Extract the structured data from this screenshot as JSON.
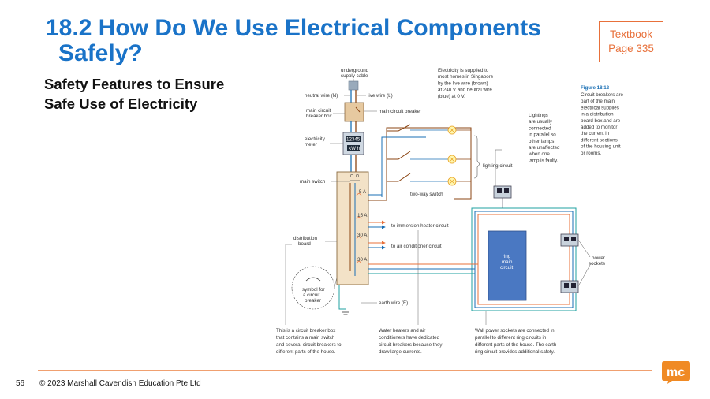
{
  "header": {
    "title_line1": "18.2 How Do We Use Electrical Components",
    "title_line2": "Safely?",
    "subtitle_line1": "Safety Features to Ensure",
    "subtitle_line2": "Safe Use of Electricity",
    "textbook_line1": "Textbook",
    "textbook_line2": "Page 335"
  },
  "footer": {
    "page_number": "56",
    "copyright": "© 2023 Marshall Cavendish Education Pte Ltd",
    "logo_text": "mc"
  },
  "colors": {
    "title": "#1a73c8",
    "accent_orange": "#e8703a",
    "live_wire": "#8b4513",
    "neutral_wire": "#1a6fb4",
    "earth_wire": "#1fa0a0",
    "board_fill": "#f3e2c7",
    "ring_fill": "#4a78c2"
  },
  "diagram": {
    "labels": {
      "underground_cable_1": "underground",
      "underground_cable_2": "supply cable",
      "neutral_wire": "neutral wire (N)",
      "live_wire": "live wire (L)",
      "main_breaker_box_1": "main circuit",
      "main_breaker_box_2": "breaker box",
      "main_circuit_breaker": "main circuit breaker",
      "meter_1": "electricity",
      "meter_2": "meter",
      "meter_reading": "12345",
      "meter_unit": "kW h",
      "main_switch": "main switch",
      "distribution_board_1": "distribution",
      "distribution_board_2": "board",
      "symbol_1": "symbol for",
      "symbol_2": "a circuit",
      "symbol_3": "breaker",
      "earth_wire": "earth wire (E)",
      "two_way_switch": "two-way switch",
      "lighting_circuit": "lighting circuit",
      "immersion_heater": "to immersion heater circuit",
      "air_conditioner": "to air conditioner circuit",
      "ring_1": "ring",
      "ring_2": "main",
      "ring_3": "circuit",
      "power_sockets_1": "power",
      "power_sockets_2": "sockets",
      "breaker_5a": "5 A",
      "breaker_15a": "15 A",
      "breaker_30a_1": "30 A",
      "breaker_30a_2": "30 A"
    },
    "supply_note": [
      "Electricity is supplied to",
      "most homes in Singapore",
      "by the live wire (brown)",
      "at 240 V and neutral wire",
      "(blue) at 0 V."
    ],
    "lighting_note": [
      "Lightings",
      "are usually",
      "connected",
      "in parallel so",
      "other lamps",
      "are unaffected",
      "when one",
      "lamp is faulty."
    ],
    "figure_title": "Figure 18.12",
    "figure_caption": [
      "Circuit breakers are",
      "part of the main",
      "electrical supplies",
      "in a distribution",
      "board box and are",
      "added to monitor",
      "the current in",
      "different sections",
      "of the housing unit",
      "or rooms."
    ],
    "caption_breaker_box": [
      "This is a circuit breaker box",
      "that contains a main switch",
      "and several circuit breakers to",
      "different parts of the house."
    ],
    "caption_heaters": [
      "Water heaters and air",
      "conditioners have dedicated",
      "circuit breakers because they",
      "draw large currents."
    ],
    "caption_sockets": [
      "Wall power sockets are connected in",
      "parallel to different ring circuits in",
      "different parts of the house. The earth",
      "ring circuit provides additional safety."
    ]
  }
}
